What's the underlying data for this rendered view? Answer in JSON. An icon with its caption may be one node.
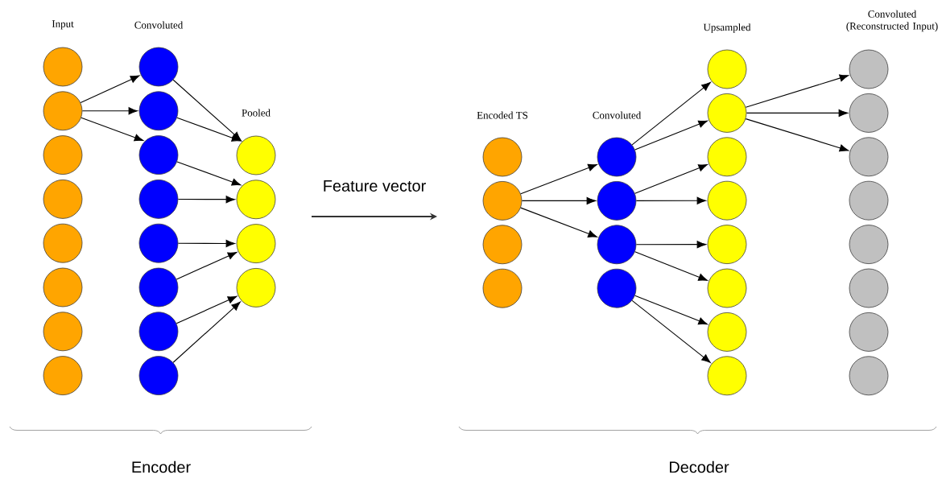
{
  "diagram": {
    "nodes": [
      {
        "text": [],
        "shape": "circle"
      },
      {
        "text": [],
        "shape": "circle"
      },
      {
        "text": [],
        "shape": "circle"
      },
      {
        "text": [],
        "shape": "circle"
      },
      {
        "text": [],
        "shape": "circle"
      },
      {
        "text": [],
        "shape": "circle"
      },
      {
        "text": [],
        "shape": "circle"
      },
      {
        "text": [],
        "shape": "circle"
      },
      {
        "text": [],
        "shape": "circle"
      },
      {
        "text": [],
        "shape": "circle"
      },
      {
        "text": [],
        "shape": "circle"
      },
      {
        "text": [],
        "shape": "circle"
      },
      {
        "text": [],
        "shape": "circle"
      },
      {
        "text": [],
        "shape": "circle"
      },
      {
        "text": [],
        "shape": "circle"
      },
      {
        "text": [],
        "shape": "circle"
      },
      {
        "text": [],
        "shape": "circle"
      },
      {
        "text": [],
        "shape": "circle"
      },
      {
        "text": [],
        "shape": "circle"
      },
      {
        "text": [],
        "shape": "circle"
      },
      {
        "text": [],
        "shape": "circle"
      },
      {
        "text": [],
        "shape": "circle"
      },
      {
        "text": [],
        "shape": "circle"
      },
      {
        "text": [],
        "shape": "circle"
      },
      {
        "text": [],
        "shape": "circle"
      },
      {
        "text": [],
        "shape": "circle"
      },
      {
        "text": [],
        "shape": "circle"
      },
      {
        "text": [],
        "shape": "circle"
      },
      {
        "text": [],
        "shape": "circle"
      },
      {
        "text": [],
        "shape": "circle"
      },
      {
        "text": [],
        "shape": "circle"
      },
      {
        "text": [],
        "shape": "circle"
      },
      {
        "text": [],
        "shape": "circle"
      },
      {
        "text": [],
        "shape": "circle"
      },
      {
        "text": [],
        "shape": "circle"
      },
      {
        "text": [],
        "shape": "circle"
      },
      {
        "text": [],
        "shape": "circle"
      },
      {
        "text": [],
        "shape": "circle"
      },
      {
        "text": [],
        "shape": "circle"
      },
      {
        "text": [],
        "shape": "circle"
      },
      {
        "text": [],
        "shape": "circle"
      },
      {
        "text": [],
        "shape": "circle"
      },
      {
        "text": [],
        "shape": "circle"
      },
      {
        "text": [],
        "shape": "circle"
      }
    ],
    "edges": [
      {
        "from": 1,
        "to": 8,
        "arrow": "to"
      },
      {
        "from": 1,
        "to": 9,
        "arrow": "to"
      },
      {
        "from": 1,
        "to": 10,
        "arrow": "to"
      },
      {
        "from": 8,
        "to": 16,
        "arrow": "to"
      },
      {
        "from": 9,
        "to": 16,
        "arrow": "to"
      },
      {
        "from": 10,
        "to": 17,
        "arrow": "to"
      },
      {
        "from": 11,
        "to": 17,
        "arrow": "to"
      },
      {
        "from": 12,
        "to": 18,
        "arrow": "to"
      },
      {
        "from": 13,
        "to": 18,
        "arrow": "to"
      },
      {
        "from": 14,
        "to": 19,
        "arrow": "to"
      },
      {
        "from": 15,
        "to": 19,
        "arrow": "to"
      },
      {
        "from": 21,
        "to": 24,
        "arrow": "to"
      },
      {
        "from": 21,
        "to": 25,
        "arrow": "to"
      },
      {
        "from": 21,
        "to": 26,
        "arrow": "to"
      },
      {
        "from": 24,
        "to": 28,
        "arrow": "to"
      },
      {
        "from": 24,
        "to": 29,
        "arrow": "to"
      },
      {
        "from": 25,
        "to": 30,
        "arrow": "to"
      },
      {
        "from": 25,
        "to": 31,
        "arrow": "to"
      },
      {
        "from": 26,
        "to": 32,
        "arrow": "to"
      },
      {
        "from": 26,
        "to": 33,
        "arrow": "to"
      },
      {
        "from": 27,
        "to": 34,
        "arrow": "to"
      },
      {
        "from": 27,
        "to": 35,
        "arrow": "to"
      },
      {
        "from": 29,
        "to": 36,
        "arrow": "to"
      },
      {
        "from": 29,
        "to": 37,
        "arrow": "to"
      },
      {
        "from": 29,
        "to": 38,
        "arrow": "to"
      }
    ],
    "labels": [
      "Input",
      "Convoluted",
      "Upsampled",
      "Convoluted (Reconstructed Input)",
      "Pooled",
      "Encoded TS",
      "Convoluted",
      "Feature vector",
      "Encoder",
      "Decoder"
    ]
  }
}
